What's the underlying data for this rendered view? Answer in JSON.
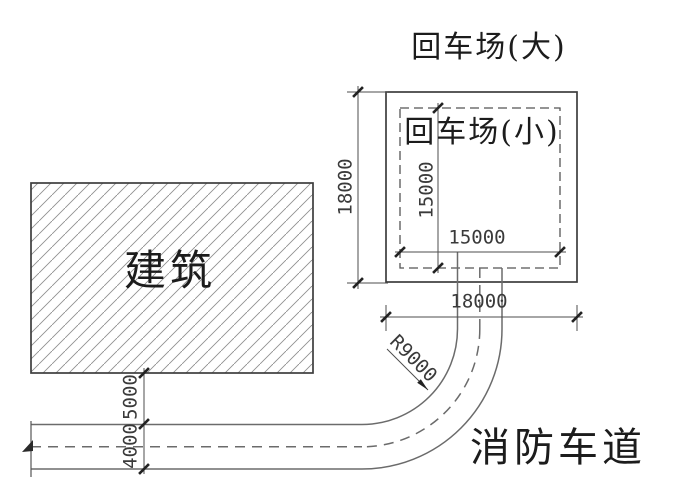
{
  "labels": {
    "turnaround_large": "回车场(大)",
    "turnaround_small": "回车场(小)",
    "building": "建筑",
    "fire_lane": "消防车道"
  },
  "dimensions": {
    "outer_square_height": "18000",
    "outer_square_width": "18000",
    "inner_square_height": "15000",
    "inner_square_width": "15000",
    "turn_radius": "R9000",
    "building_to_lane_gap": "5000",
    "lane_width": "4000"
  },
  "colors": {
    "outline": "#3d3d3d",
    "road_line": "#6b6b6b",
    "dimension_line": "#4d4d4d",
    "hatch_line": "#8f8f8f",
    "text": "#1c1c1c",
    "background": "#ffffff"
  }
}
